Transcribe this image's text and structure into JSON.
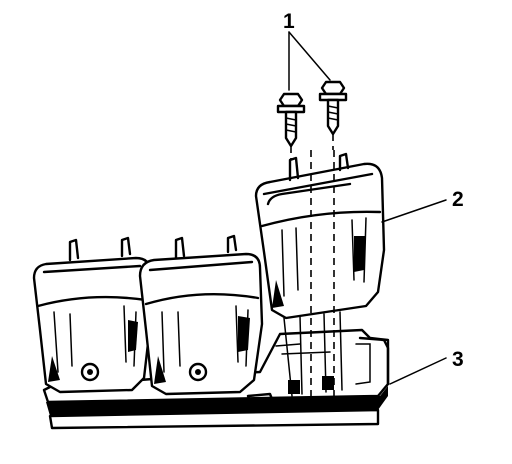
{
  "callouts": [
    {
      "id": "1",
      "label": "1"
    },
    {
      "id": "2",
      "label": "2"
    },
    {
      "id": "3",
      "label": "3"
    }
  ],
  "style": {
    "line_color": "#000000",
    "background": "#ffffff"
  }
}
